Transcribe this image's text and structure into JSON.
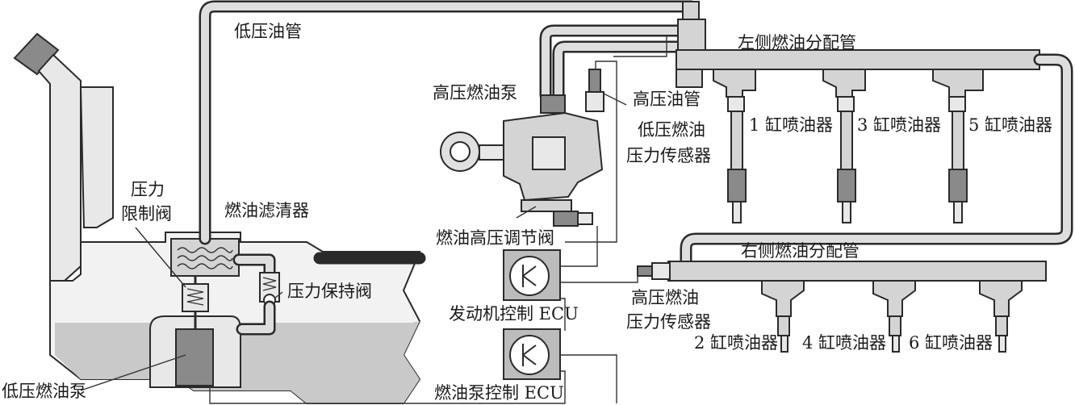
{
  "labels": {
    "low_pressure_pipe": "低压油管",
    "left_fuel_rail": "左侧燃油分配管",
    "high_pressure_pump": "高压燃油泵",
    "high_pressure_pipe": "高压油管",
    "low_pressure_sensor_line1": "低压燃油",
    "low_pressure_sensor_line2": "压力传感器",
    "injector_1": "1 缸喷油器",
    "injector_3": "3 缸喷油器",
    "injector_5": "5 缸喷油器",
    "pressure_limit_line1": "压力",
    "pressure_limit_line2": "限制阀",
    "fuel_filter": "燃油滤清器",
    "pressure_regulator": "燃油高压调节阀",
    "right_fuel_rail": "右侧燃油分配管",
    "pressure_hold_valve": "压力保持阀",
    "engine_ecu": "发动机控制 ECU",
    "high_pressure_sensor_line1": "高压燃油",
    "high_pressure_sensor_line2": "压力传感器",
    "injector_2": "2 缸喷油器",
    "injector_4": "4 缸喷油器",
    "injector_6": "6 缸喷油器",
    "low_pressure_pump": "低压燃油泵",
    "fuel_pump_ecu": "燃油泵控制 ECU"
  }
}
